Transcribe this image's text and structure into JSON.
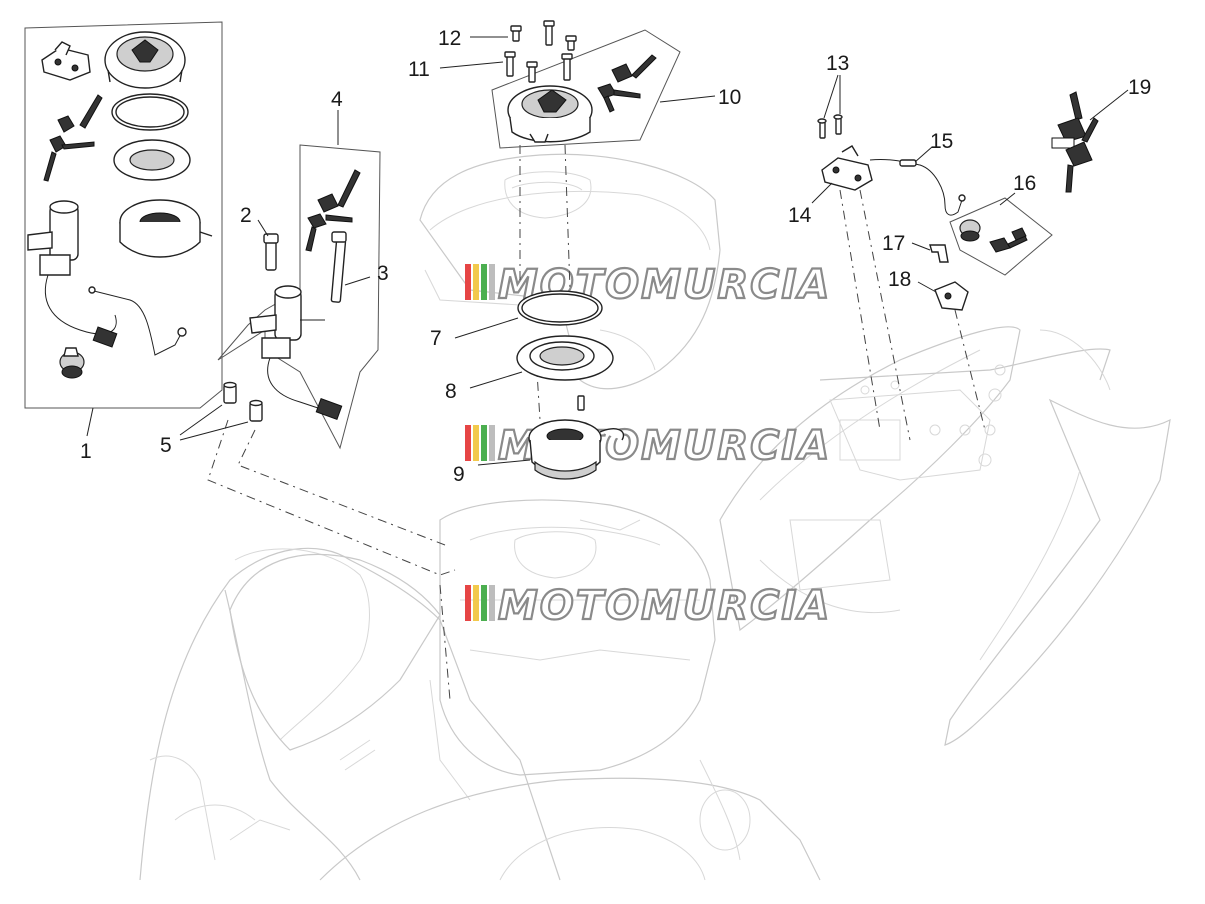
{
  "callouts": {
    "c1": "1",
    "c2": "2",
    "c3": "3",
    "c4": "4",
    "c5": "5",
    "c7": "7",
    "c8": "8",
    "c9": "9",
    "c10": "10",
    "c11": "11",
    "c12": "12",
    "c13": "13",
    "c14": "14",
    "c15": "15",
    "c16": "16",
    "c17": "17",
    "c18": "18",
    "c19": "19"
  },
  "watermark": {
    "text": "MOTOMURCIA",
    "stripe_colors": [
      "#e64545",
      "#f2c94c",
      "#4caf50",
      "#bdbdbd"
    ]
  }
}
